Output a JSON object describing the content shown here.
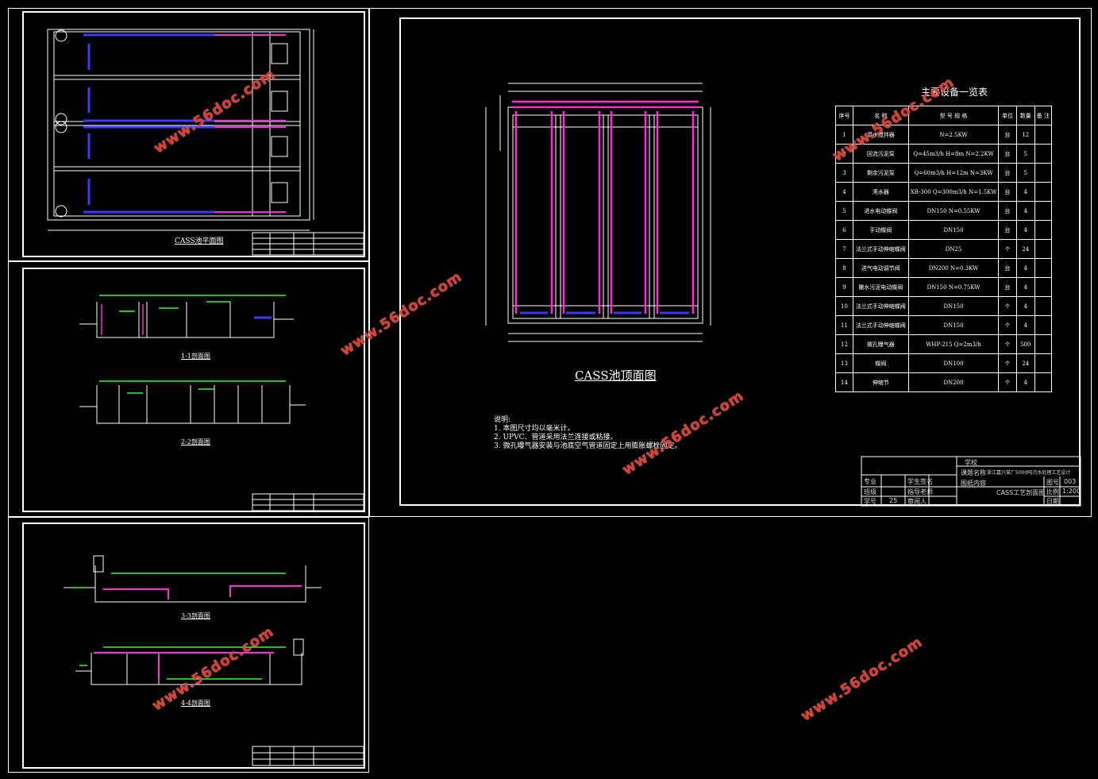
{
  "sheets": {
    "plan_caption": "CASS池平面图",
    "section1_caption": "1-1剖面图",
    "section2_caption": "2-2剖面图",
    "section3_caption": "3-3剖面图",
    "section4_caption": "4-4剖面图",
    "main_caption": "CASS池顶面图"
  },
  "equipment": {
    "title": "主要设备一览表",
    "headers": [
      "序号",
      "名  称",
      "型 号 规 格",
      "单位",
      "数量",
      "备 注"
    ],
    "rows": [
      [
        "1",
        "潜水搅拌器",
        "N=2.5KW",
        "台",
        "12",
        ""
      ],
      [
        "2",
        "回流污泥泵",
        "Q=45m3/h H=8m N=2.2KW",
        "台",
        "5",
        ""
      ],
      [
        "3",
        "剩余污泥泵",
        "Q=60m3/h H=12m N=3KW",
        "台",
        "5",
        ""
      ],
      [
        "4",
        "滗水器",
        "XB-300 Q=300m3/h N=1.5KW",
        "台",
        "4",
        ""
      ],
      [
        "5",
        "进水电动蝶阀",
        "DN150 N=0.55KW",
        "台",
        "4",
        ""
      ],
      [
        "6",
        "手动蝶阀",
        "DN150",
        "台",
        "4",
        ""
      ],
      [
        "7",
        "法兰式手动伸缩蝶阀",
        "DN25",
        "个",
        "24",
        ""
      ],
      [
        "8",
        "进气电动调节阀",
        "DN200 N=0.3KW",
        "台",
        "4",
        ""
      ],
      [
        "9",
        "撇水污泥电动蝶阀",
        "DN150 N=0.75KW",
        "台",
        "4",
        ""
      ],
      [
        "10",
        "法兰式手动伸缩蝶阀",
        "DN150",
        "个",
        "4",
        ""
      ],
      [
        "11",
        "法兰式手动伸缩蝶阀",
        "DN150",
        "个",
        "4",
        ""
      ],
      [
        "12",
        "微孔曝气器",
        "WHP-215 Q=2m3/h",
        "个",
        "500",
        ""
      ],
      [
        "13",
        "蝶阀",
        "DN100",
        "个",
        "24",
        ""
      ],
      [
        "14",
        "伸缩节",
        "DN200",
        "个",
        "4",
        ""
      ]
    ]
  },
  "notes": {
    "title": "说明:",
    "lines": [
      "1. 本图尺寸均以毫米计。",
      "2. UPVC、管道采用法兰连接或粘接。",
      "3. 微孔曝气器安装与池底空气管道固定上用膨胀螺栓固定。"
    ]
  },
  "title_block": {
    "school": "学校",
    "project_label": "课题名称",
    "project": "浙江嘉兴某厂5000吨污水处理工艺设计",
    "drawing_label": "图纸内容",
    "drawing": "CASS工艺剖面图",
    "major": "专业",
    "student_no": "学生签名",
    "class": "班级",
    "advisor": "指导老师",
    "student_id": "学号",
    "student_id_val": "25",
    "reviewer": "审阅人",
    "sheet_no": "图号",
    "sheet_no_val": "003",
    "scale": "比例",
    "scale_val": "1:200",
    "date": "日期"
  },
  "watermark": "www.56doc.com"
}
